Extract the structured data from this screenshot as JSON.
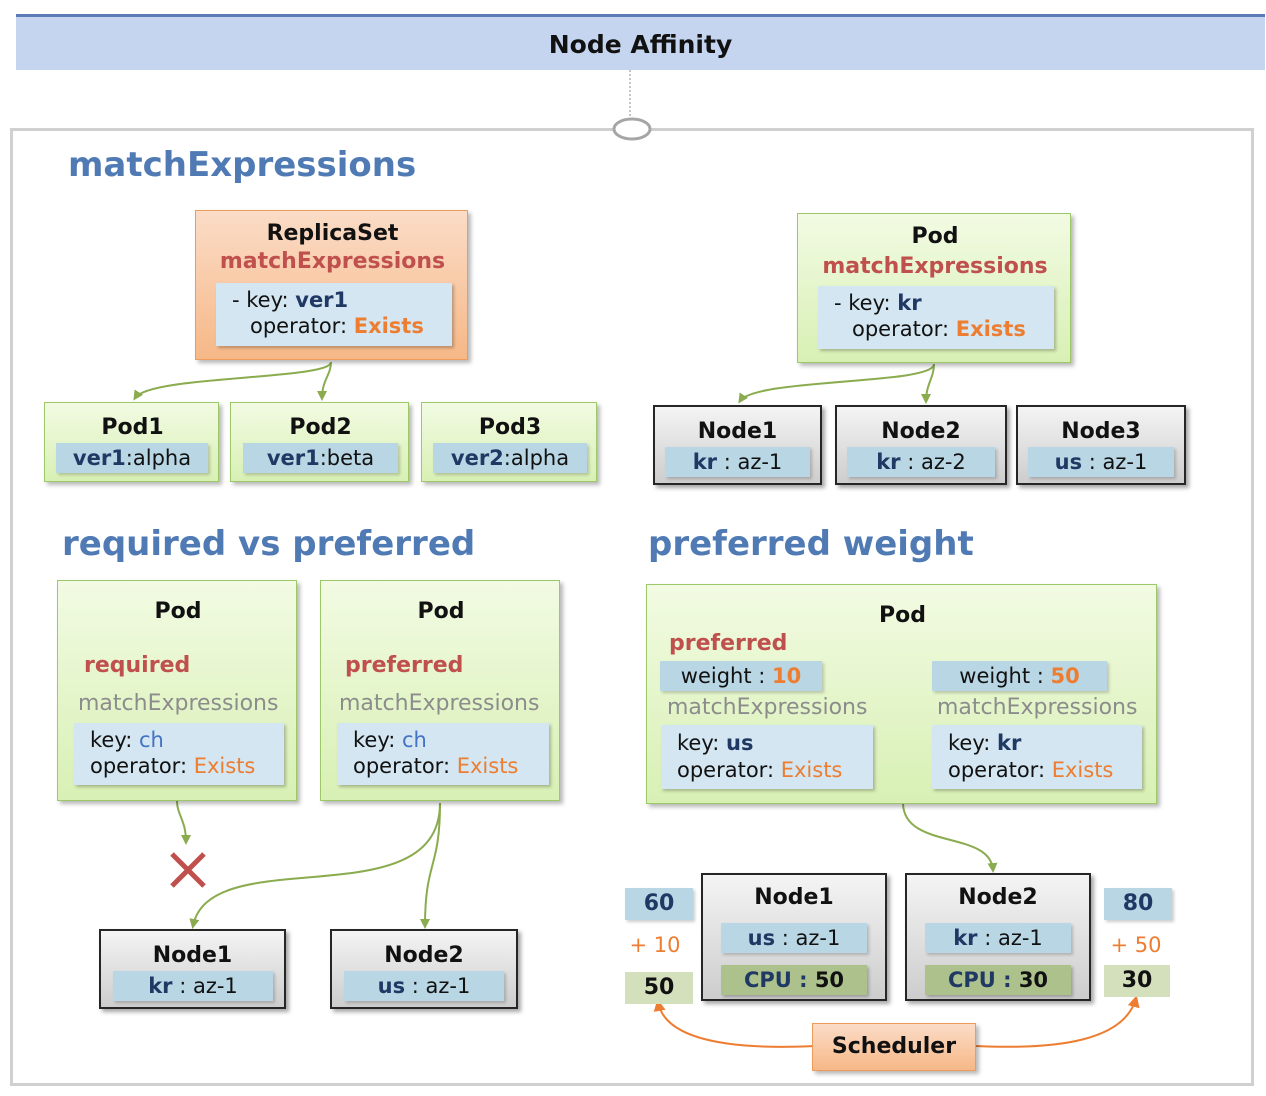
{
  "title": "Node Affinity",
  "sections": {
    "match": "matchExpressions",
    "required_vs_preferred": "required vs preferred",
    "preferred_weight": "preferred weight"
  },
  "replicaset": {
    "title": "ReplicaSet",
    "subtitle": "matchExpressions",
    "key_label": "- key:",
    "key_value": "ver1",
    "operator_label": "operator:",
    "operator_value": "Exists"
  },
  "rs_pods": [
    {
      "name": "Pod1",
      "key": "ver1",
      "value": ":alpha"
    },
    {
      "name": "Pod2",
      "key": "ver1",
      "value": ":beta"
    },
    {
      "name": "Pod3",
      "key": "ver2",
      "value": ":alpha"
    }
  ],
  "pod_match": {
    "title": "Pod",
    "subtitle": "matchExpressions",
    "key_label": "- key:",
    "key_value": "kr",
    "operator_label": "operator:",
    "operator_value": "Exists"
  },
  "match_nodes": [
    {
      "name": "Node1",
      "key": "kr",
      "value": " : az-1"
    },
    {
      "name": "Node2",
      "key": "kr",
      "value": " : az-2"
    },
    {
      "name": "Node3",
      "key": "us",
      "value": " : az-1"
    }
  ],
  "req_pod": {
    "title": "Pod",
    "mode": "required",
    "expr": "matchExpressions",
    "key_label": "key:",
    "key_value": "ch",
    "operator_label": "operator:",
    "operator_value": "Exists"
  },
  "pref_pod": {
    "title": "Pod",
    "mode": "preferred",
    "expr": "matchExpressions",
    "key_label": "key:",
    "key_value": "ch",
    "operator_label": "operator:",
    "operator_value": "Exists"
  },
  "rp_nodes": [
    {
      "name": "Node1",
      "key": "kr",
      "value": " : az-1"
    },
    {
      "name": "Node2",
      "key": "us",
      "value": " : az-1"
    }
  ],
  "weight_pod": {
    "title": "Pod",
    "mode": "preferred",
    "left": {
      "weight_label": "weight : ",
      "weight": "10",
      "expr": "matchExpressions",
      "key_label": "key:",
      "key_value": "us",
      "operator_label": "operator:",
      "operator_value": "Exists"
    },
    "right": {
      "weight_label": "weight : ",
      "weight": "50",
      "expr": "matchExpressions",
      "key_label": "key:",
      "key_value": "kr",
      "operator_label": "operator:",
      "operator_value": "Exists"
    }
  },
  "weight_nodes": [
    {
      "name": "Node1",
      "key": "us",
      "value": " : az-1",
      "cpu_label": "CPU : ",
      "cpu": "50"
    },
    {
      "name": "Node2",
      "key": "kr",
      "value": " : az-1",
      "cpu_label": "CPU : ",
      "cpu": "30"
    }
  ],
  "scores": {
    "left": {
      "total": "60",
      "plus": "+ 10",
      "base": "50"
    },
    "right": {
      "total": "80",
      "plus": "+ 50",
      "base": "30"
    }
  },
  "scheduler": "Scheduler",
  "colors": {
    "heading": "#4f7ab4",
    "red_text": "#c0504d",
    "orange_text": "#ed7d31",
    "arrow_green": "#8aab4e",
    "arrow_orange": "#ed7d31",
    "cross": "#c0504d"
  }
}
